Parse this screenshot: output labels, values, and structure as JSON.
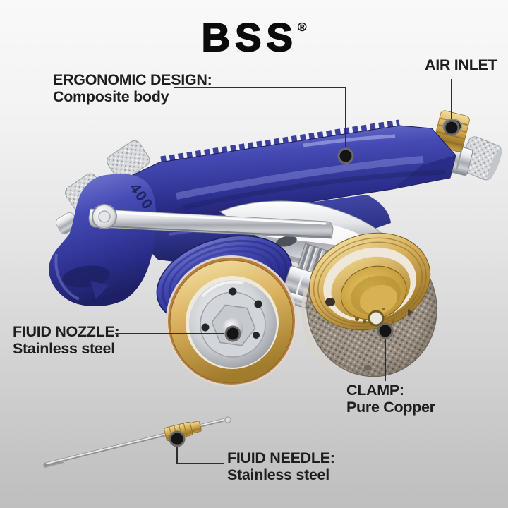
{
  "brand": {
    "name": "BSS",
    "registered_mark": "®"
  },
  "product": {
    "body_marking": "400"
  },
  "callouts": {
    "ergonomic_design": {
      "title": "ERGONOMIC DESIGN:",
      "subtitle": "Composite body"
    },
    "air_inlet": {
      "title": "AIR INLET",
      "subtitle": ""
    },
    "fluid_nozzle": {
      "title": "FIUID NOZZLE:",
      "subtitle": "Stainless steel"
    },
    "clamp": {
      "title": "CLAMP:",
      "subtitle": "Pure Copper"
    },
    "fluid_needle": {
      "title": "FIUID NEEDLE:",
      "subtitle": "Stainless steel"
    }
  },
  "colors": {
    "background_top": "#f9f9f9",
    "background_bottom": "#bfbfc0",
    "label_text": "#1e1e1e",
    "callout_line": "#2e2e2e",
    "callout_dot": "#141414",
    "gun_blue": "#3c41a6",
    "chrome": "#c9ccd2",
    "brass": "#d4ab52",
    "knurled_steel": "#93897a"
  }
}
